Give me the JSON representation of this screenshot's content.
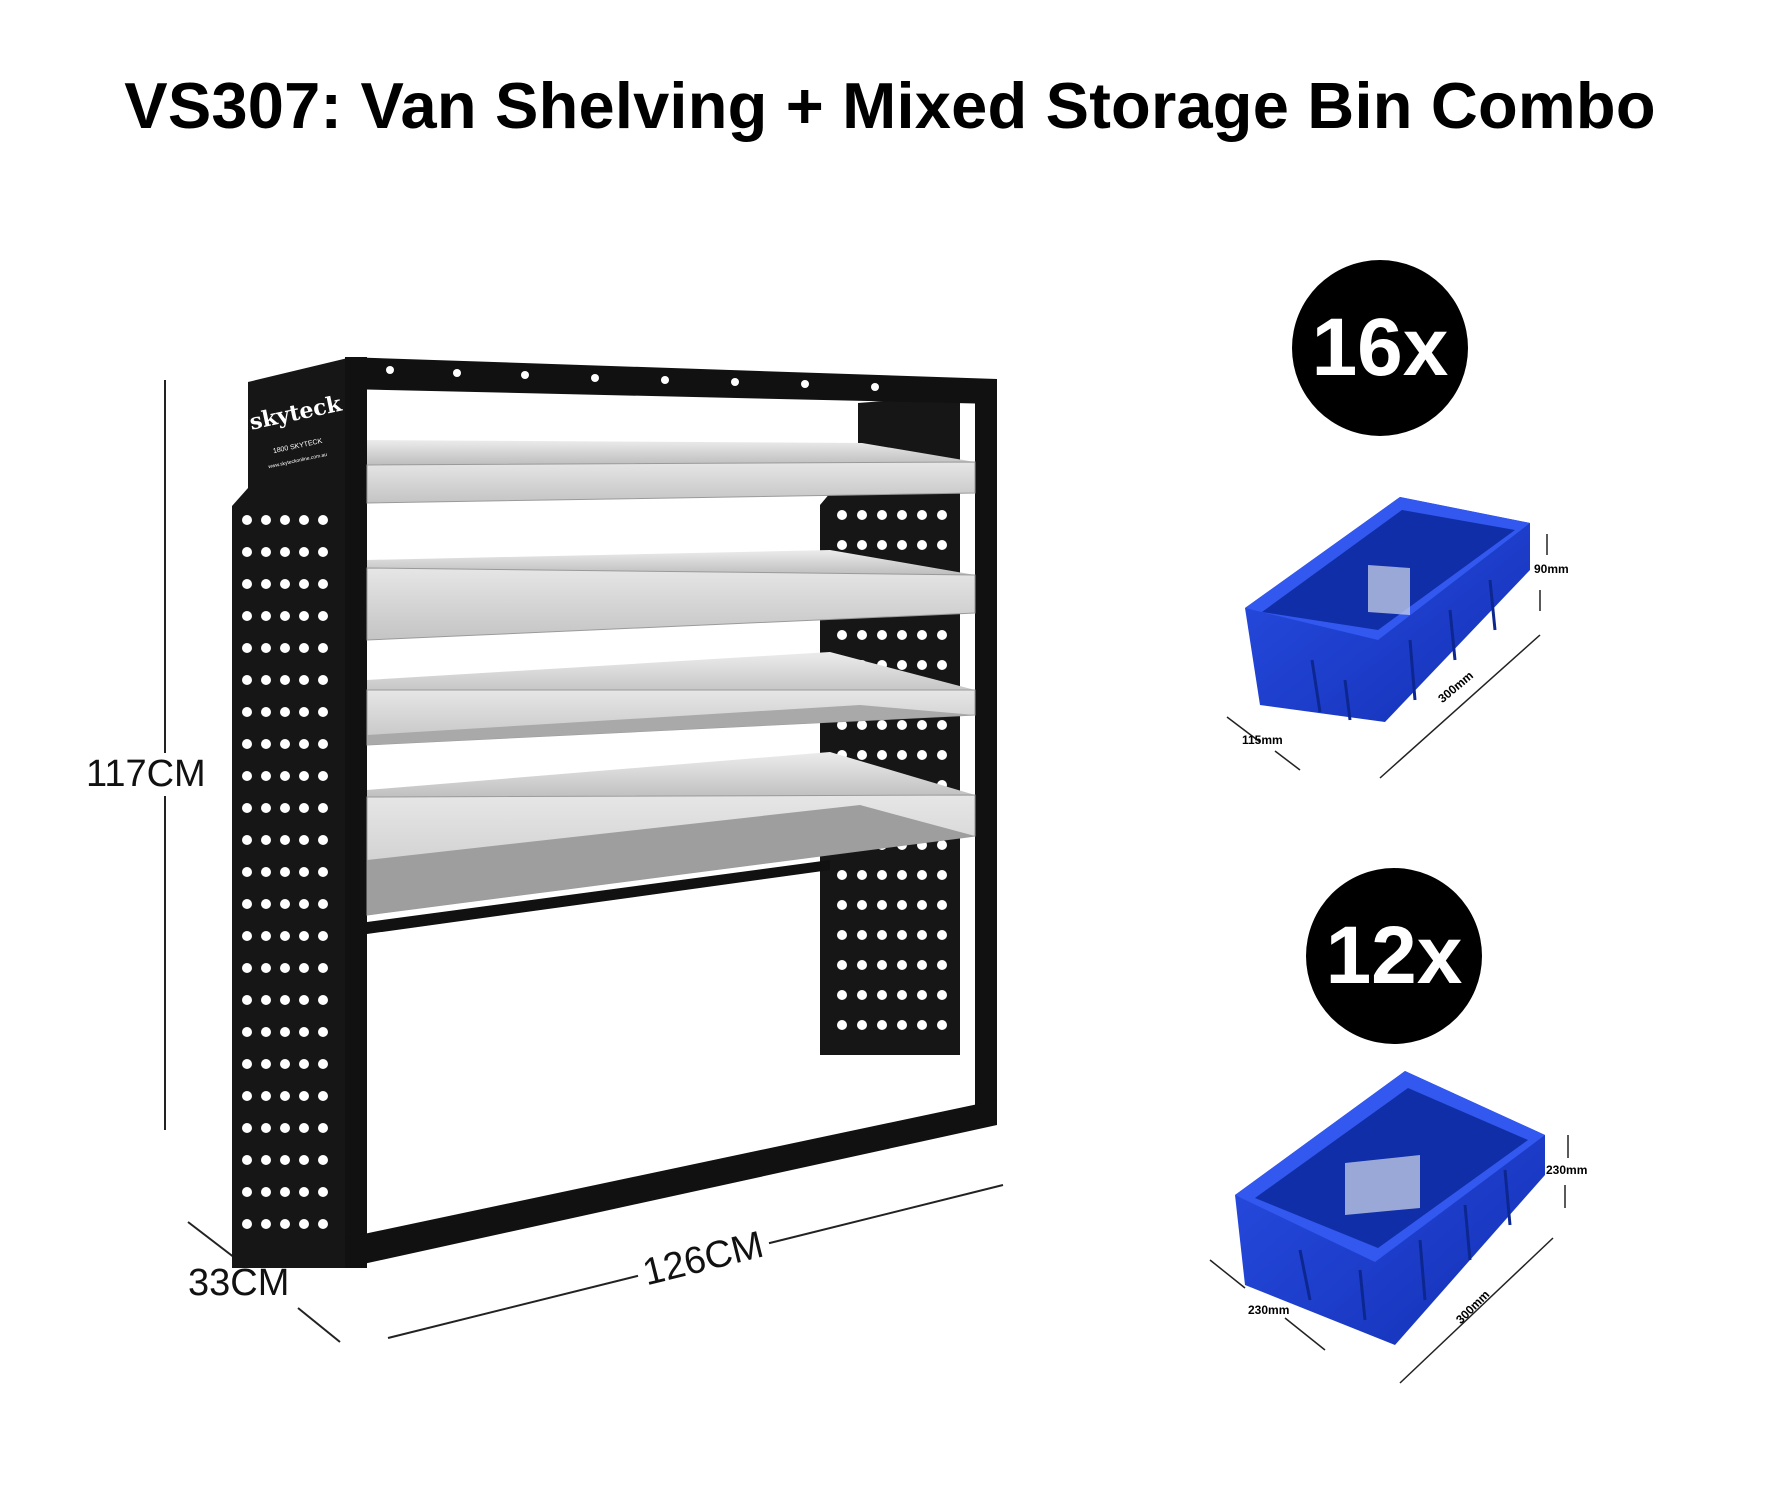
{
  "title": "VS307: Van Shelving + Mixed Storage Bin Combo",
  "shelving": {
    "brand": "skyteck",
    "brand_phone": "1800 SKYTECK",
    "brand_url": "www.skyteckonline.com.au",
    "height_label": "117CM",
    "width_label": "126CM",
    "depth_label": "33CM",
    "shelf_count": 4,
    "frame_color": "#111111",
    "shelf_color": "#d2d2d2"
  },
  "bins": [
    {
      "quantity_label": "16x",
      "height": "90mm",
      "length": "300mm",
      "width": "115mm",
      "color": "#1b3fd1"
    },
    {
      "quantity_label": "12x",
      "height": "230mm",
      "length": "300mm",
      "width": "230mm",
      "color": "#1b3fd1"
    }
  ]
}
